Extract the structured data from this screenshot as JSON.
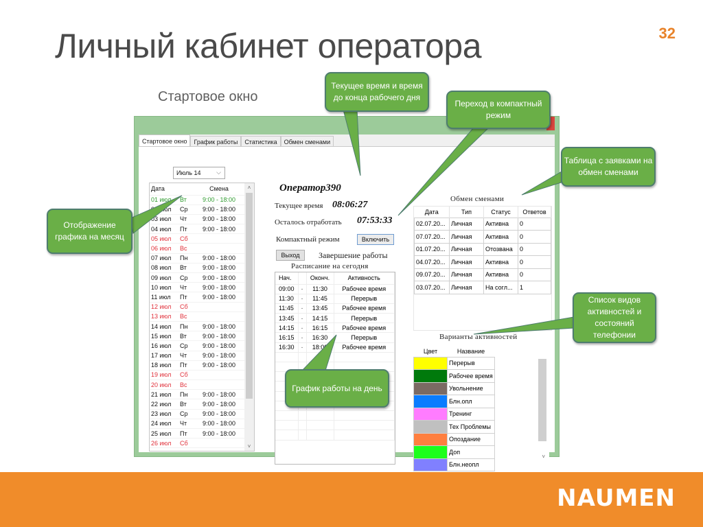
{
  "slide": {
    "title": "Личный кабинет оператора",
    "page_number": "32",
    "subtitle": "Стартовое окно",
    "logo": "NAUMEN",
    "colors": {
      "accent_orange": "#f08c2a",
      "callout_green": "#6aaf47",
      "window_frame": "#9ccb9a"
    }
  },
  "window": {
    "tabs": [
      {
        "label": "Стартовое окно",
        "active": true
      },
      {
        "label": "График работы",
        "active": false
      },
      {
        "label": "Статистика",
        "active": false
      },
      {
        "label": "Обмен сменами",
        "active": false
      }
    ],
    "month_select": {
      "value": "Июль 14"
    },
    "month_schedule": {
      "headers": {
        "date": "Дата",
        "shift": "Смена"
      },
      "rows": [
        {
          "date": "01 июл",
          "day": "Вт",
          "shift": "9:00 - 18:00",
          "kind": "today"
        },
        {
          "date": "02 июл",
          "day": "Ср",
          "shift": "9:00 - 18:00",
          "kind": "work"
        },
        {
          "date": "03 июл",
          "day": "Чт",
          "shift": "9:00 - 18:00",
          "kind": "work"
        },
        {
          "date": "04 июл",
          "day": "Пт",
          "shift": "9:00 - 18:00",
          "kind": "work"
        },
        {
          "date": "05 июл",
          "day": "Сб",
          "shift": "",
          "kind": "weekend"
        },
        {
          "date": "06 июл",
          "day": "Вс",
          "shift": "",
          "kind": "weekend"
        },
        {
          "date": "07 июл",
          "day": "Пн",
          "shift": "9:00 - 18:00",
          "kind": "work"
        },
        {
          "date": "08 июл",
          "day": "Вт",
          "shift": "9:00 - 18:00",
          "kind": "work"
        },
        {
          "date": "09 июл",
          "day": "Ср",
          "shift": "9:00 - 18:00",
          "kind": "work"
        },
        {
          "date": "10 июл",
          "day": "Чт",
          "shift": "9:00 - 18:00",
          "kind": "work"
        },
        {
          "date": "11 июл",
          "day": "Пт",
          "shift": "9:00 - 18:00",
          "kind": "work"
        },
        {
          "date": "12 июл",
          "day": "Сб",
          "shift": "",
          "kind": "weekend"
        },
        {
          "date": "13 июл",
          "day": "Вс",
          "shift": "",
          "kind": "weekend"
        },
        {
          "date": "14 июл",
          "day": "Пн",
          "shift": "9:00 - 18:00",
          "kind": "work"
        },
        {
          "date": "15 июл",
          "day": "Вт",
          "shift": "9:00 - 18:00",
          "kind": "work"
        },
        {
          "date": "16 июл",
          "day": "Ср",
          "shift": "9:00 - 18:00",
          "kind": "work"
        },
        {
          "date": "17 июл",
          "day": "Чт",
          "shift": "9:00 - 18:00",
          "kind": "work"
        },
        {
          "date": "18 июл",
          "day": "Пт",
          "shift": "9:00 - 18:00",
          "kind": "work"
        },
        {
          "date": "19 июл",
          "day": "Сб",
          "shift": "",
          "kind": "weekend"
        },
        {
          "date": "20 июл",
          "day": "Вс",
          "shift": "",
          "kind": "weekend"
        },
        {
          "date": "21 июл",
          "day": "Пн",
          "shift": "9:00 - 18:00",
          "kind": "work"
        },
        {
          "date": "22 июл",
          "day": "Вт",
          "shift": "9:00 - 18:00",
          "kind": "work"
        },
        {
          "date": "23 июл",
          "day": "Ср",
          "shift": "9:00 - 18:00",
          "kind": "work"
        },
        {
          "date": "24 июл",
          "day": "Чт",
          "shift": "9:00 - 18:00",
          "kind": "work"
        },
        {
          "date": "25 июл",
          "day": "Пт",
          "shift": "9:00 - 18:00",
          "kind": "work"
        },
        {
          "date": "26 июл",
          "day": "Сб",
          "shift": "",
          "kind": "weekend"
        }
      ]
    },
    "operator": {
      "name": "Оператор390",
      "current_time_label": "Текущее время",
      "current_time": "08:06:27",
      "remaining_label": "Осталось отработать",
      "remaining": "07:53:33",
      "compact_label": "Компактный режим",
      "compact_button": "Включить",
      "exit_button": "Выход",
      "exit_label": "Завершение работы"
    },
    "day_schedule": {
      "title": "Расписание на сегодня",
      "headers": {
        "start": "Нач.",
        "end": "Оконч.",
        "activity": "Активность"
      },
      "rows": [
        {
          "start": "09:00",
          "sep": "-",
          "end": "11:30",
          "activity": "Рабочее время"
        },
        {
          "start": "11:30",
          "sep": "-",
          "end": "11:45",
          "activity": "Перерыв"
        },
        {
          "start": "11:45",
          "sep": "-",
          "end": "13:45",
          "activity": "Рабочее время"
        },
        {
          "start": "13:45",
          "sep": "-",
          "end": "14:15",
          "activity": "Перерыв"
        },
        {
          "start": "14:15",
          "sep": "-",
          "end": "16:15",
          "activity": "Рабочее время"
        },
        {
          "start": "16:15",
          "sep": "-",
          "end": "16:30",
          "activity": "Перерыв"
        },
        {
          "start": "16:30",
          "sep": "-",
          "end": "18:00",
          "activity": "Рабочее время"
        }
      ]
    },
    "shift_exchange": {
      "title": "Обмен сменами",
      "headers": {
        "date": "Дата",
        "type": "Тип",
        "status": "Статус",
        "replies": "Ответов"
      },
      "rows": [
        {
          "date": "02.07.20...",
          "type": "Личная",
          "status": "Активна",
          "replies": "0"
        },
        {
          "date": "07.07.20...",
          "type": "Личная",
          "status": "Активна",
          "replies": "0"
        },
        {
          "date": "01.07.20...",
          "type": "Личная",
          "status": "Отозвана",
          "replies": "0"
        },
        {
          "date": "04.07.20...",
          "type": "Личная",
          "status": "Активна",
          "replies": "0"
        },
        {
          "date": "09.07.20...",
          "type": "Личная",
          "status": "Активна",
          "replies": "0"
        },
        {
          "date": "03.07.20...",
          "type": "Личная",
          "status": "На согл...",
          "replies": "1"
        }
      ]
    },
    "activities": {
      "title": "Варианты активностей",
      "headers": {
        "color": "Цвет",
        "name": "Название"
      },
      "rows": [
        {
          "color": "#ffff00",
          "name": "Перерыв"
        },
        {
          "color": "#007a0c",
          "name": "Рабочее время"
        },
        {
          "color": "#7b6a63",
          "name": "Увольнение"
        },
        {
          "color": "#0a7cff",
          "name": "Блн.опл"
        },
        {
          "color": "#ff7cff",
          "name": "Тренинг"
        },
        {
          "color": "#c0c0c0",
          "name": "Тех Проблемы"
        },
        {
          "color": "#ff7f3f",
          "name": "Опоздание"
        },
        {
          "color": "#1dff1d",
          "name": "Доп"
        },
        {
          "color": "#8080ff",
          "name": "Блн.неопл"
        }
      ]
    }
  },
  "callouts": {
    "time": "Текущее время и время до конца рабочего дня",
    "compact": "Переход в компактный режим",
    "exchange": "Таблица с заявками на обмен сменами",
    "month": "Отображение графика на месяц",
    "activities": "Список видов активностей и состояний телефонии",
    "day": "График работы на день"
  }
}
